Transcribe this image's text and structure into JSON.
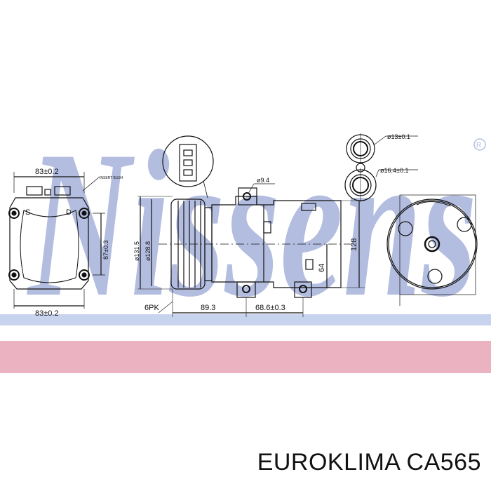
{
  "brand": {
    "watermark_text": "Nissens",
    "watermark_color": "#9aa7d6",
    "band_blue": "#c8d3ee",
    "band_pink": "#e8a6b6"
  },
  "left_view": {
    "width_top": "83±0.2",
    "width_bottom": "83±0.2",
    "height": "87±0.3",
    "port_suction": "S",
    "port_discharge": "D",
    "note": "INSERT BUSH"
  },
  "side_view": {
    "diameter_pulley_outer": "ø131.5",
    "diameter_pulley_inner": "ø128.8",
    "belt": "6PK",
    "length_1": "89.3",
    "length_2": "68.6±0.3",
    "hole_diameter": "ø9.4",
    "height_total": "128",
    "height_partial": "64"
  },
  "ports": {
    "port_1": "ø13±0.1",
    "port_2": "ø16.4±0.1"
  },
  "caption": "EUROKLIMA CA565",
  "colors": {
    "line": "#111111"
  }
}
